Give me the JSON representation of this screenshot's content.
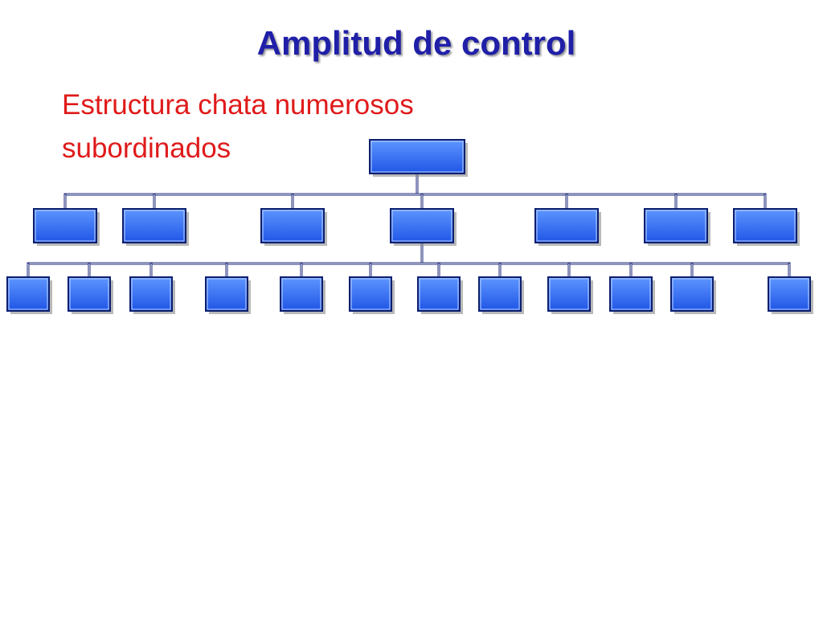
{
  "slide": {
    "title": "Amplitud de control",
    "subtitle": "Estructura chata numerosos subordinados"
  },
  "org_chart": {
    "levels": [
      {
        "level": "top",
        "count": 1
      },
      {
        "level": "middle",
        "count": 7,
        "expanded_index": 3
      },
      {
        "level": "bottom",
        "count": 12
      }
    ],
    "colors": {
      "box_fill_light": "#5e96ff",
      "box_fill_dark": "#1f55e6",
      "box_border": "#0b1f6e",
      "shadow": "#8a8a8a",
      "connector": "#1c2a7a"
    }
  }
}
